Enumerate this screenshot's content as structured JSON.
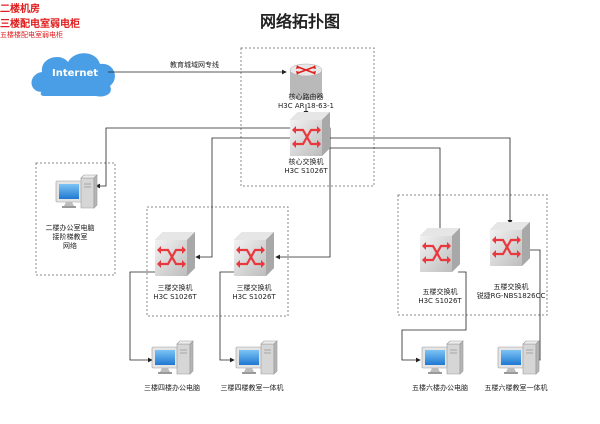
{
  "title": "网络拓扑图",
  "internet": "Internet",
  "link_label": "教育城域网专线",
  "rooms": {
    "floor2": "二楼机房",
    "floor3": "三楼配电室弱电柜",
    "floor5": "五楼楼配电室弱电柜"
  },
  "devices": {
    "router": [
      "核心路由器",
      "H3C AR 18-63-1"
    ],
    "core_switch": [
      "核心交换机",
      "H3C S1026T"
    ],
    "f3_switch_a": [
      "三楼交换机",
      "H3C S1026T"
    ],
    "f3_switch_b": [
      "三楼交换机",
      "H3C S1026T"
    ],
    "f5_switch_a": [
      "五楼交换机",
      "H3C S1026T"
    ],
    "f5_switch_b": [
      "五楼交换机",
      "锐捷RG-NBS1826CC"
    ]
  },
  "computers": {
    "f2_office": [
      "二楼办公室电脑",
      "接阶梯教室",
      "网络"
    ],
    "f4_office": "三楼四楼办公电脑",
    "f4_class": "三楼四楼教室一体机",
    "f6_office": "五楼六楼办公电脑",
    "f6_class": "五楼六楼教室一体机"
  },
  "colors": {
    "cloud": "#4a9ee6",
    "switch_red": "#e8383d",
    "router_red": "#e02020",
    "accent_text": "#e02020",
    "monitor_blue": "#2f8ee0"
  }
}
